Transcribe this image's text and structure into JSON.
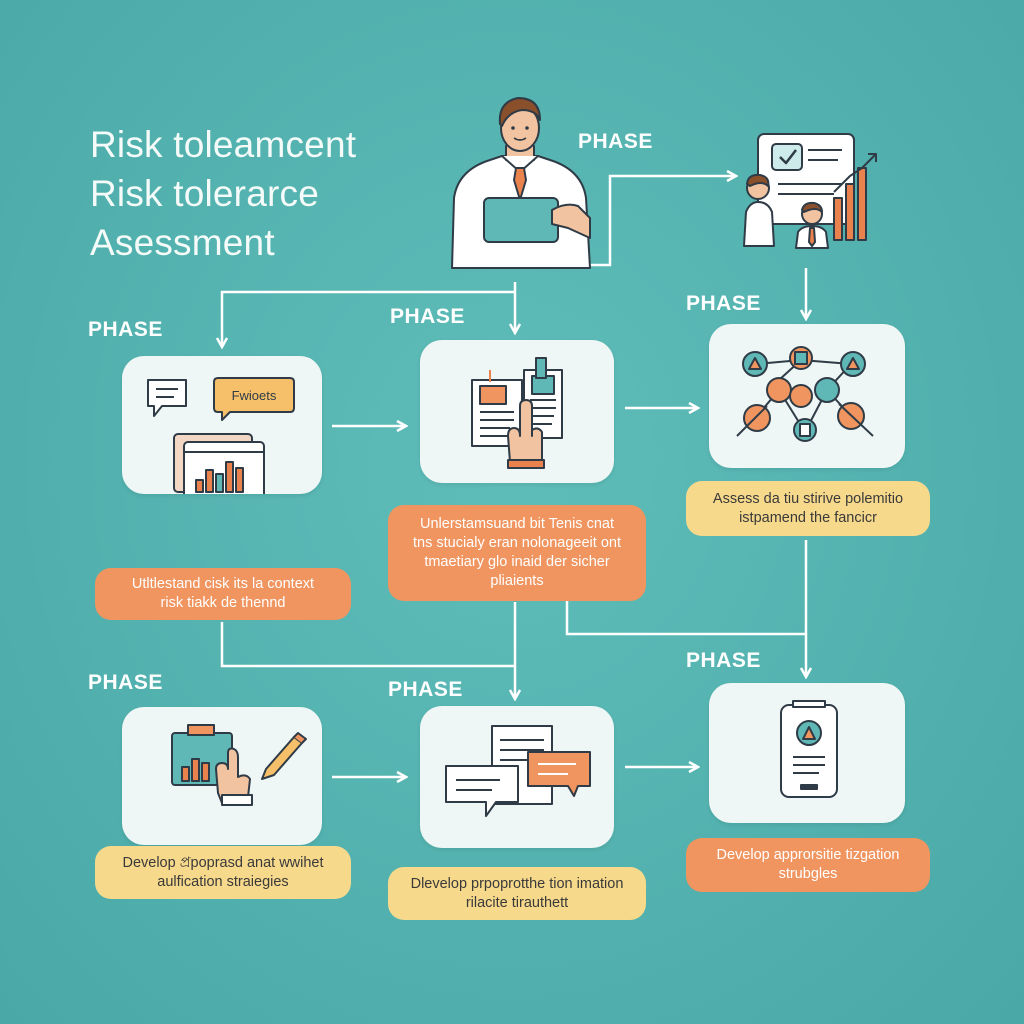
{
  "title": {
    "line1": "Risk toleamcent",
    "line2": "Risk tolerarce",
    "line3": "Asessment"
  },
  "phases": {
    "top": "PHASE",
    "p1": "PHASE",
    "p2": "PHASE",
    "p3": "PHASE",
    "p4": "PHASE",
    "p5": "PHASE",
    "p6": "PHASE"
  },
  "cards": {
    "c1_bubble_text": "Fwioets"
  },
  "notes": {
    "n1": [
      "Utltlestand cisk its la context",
      "risk tiakk de thennd"
    ],
    "n2": [
      "Unlerstamsuand bit Tenis cnat",
      "tns stucialy eran nolonageeit ont",
      "tmaetiary glo inaid der sicher",
      "pliaients"
    ],
    "n3": [
      "Assess da tiu stirive polemitio",
      "istpamend the fancicr"
    ],
    "n4": [
      "Develop প্রpoprasd anat wwihet",
      "aulfication straiegies"
    ],
    "n5": [
      "Dlevelop prpoprotthe tion imation",
      "rilacite tirauthett"
    ],
    "n6": [
      "Develop approrsitie tizgation",
      "strubgles"
    ]
  },
  "colors": {
    "background": "#52b1ae",
    "card": "#eef7f6",
    "accent_orange": "#f0955f",
    "accent_yellow": "#f7d98c",
    "accent_teal": "#5fb8b6",
    "line": "#ffffff"
  },
  "icons": [
    "presenter-person-icon",
    "report-chart-icon",
    "chat-chart-icon",
    "document-hand-icon",
    "risk-network-icon",
    "chart-hand-pen-icon",
    "chat-documents-icon",
    "mobile-alert-icon"
  ]
}
